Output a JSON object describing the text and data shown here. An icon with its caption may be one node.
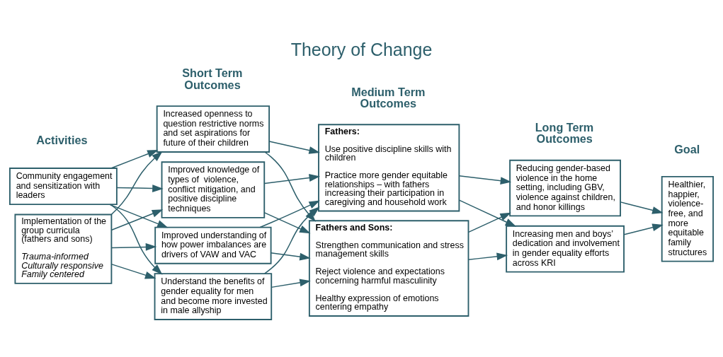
{
  "diagram": {
    "title": "Theory of Change",
    "nodes": [
      {
        "text": [
          "Community engagement and sensitization with leaders"
        ]
      },
      {
        "text": [
          "Implementation of the group curricula (fathers and sons)",
          "Trauma-informed",
          "Culturally responsive",
          "Family centered"
        ]
      },
      {
        "text": [
          "Increased openness to question restrictive norms and set aspirations for future of their children"
        ]
      },
      {
        "text": [
          "Improved knowledge of types of  violence, conflict mitigation, and positive discipline techniques"
        ]
      },
      {
        "text": [
          "Improved understanding of how power imbalances are drivers of VAW and VAC"
        ]
      },
      {
        "text": [
          "Understand the benefits of gender equality for men and become more invested in male allyship"
        ]
      },
      {
        "text": [
          "Fathers:",
          "Use positive discipline skills with children",
          "Practice more gender equitable relationships – with fathers increasing their participation in caregiving and household work"
        ]
      },
      {
        "text": [
          "Fathers and Sons:",
          "Strengthen communication and stress management skills",
          "Reject violence and expectations concerning harmful masculinity",
          "Healthy expression of emotions centering empathy"
        ]
      },
      {
        "text": [
          "Reducing gender-based violence in the home setting, including GBV, violence against children, and honor killings"
        ]
      },
      {
        "text": [
          "Increasing men and boys’ dedication and involvement in gender equality efforts across KRI"
        ]
      },
      {
        "text": [
          "Healthier, happier, violence-free, and more equitable family structures"
        ]
      }
    ],
    "edges": [
      {
        "from": 0,
        "to": 2,
        "arrow": "to"
      },
      {
        "from": 0,
        "to": 3,
        "arrow": "to"
      },
      {
        "from": 0,
        "to": 4,
        "arrow": "to"
      },
      {
        "from": 0,
        "to": 5,
        "arrow": "to"
      },
      {
        "from": 1,
        "to": 2,
        "arrow": "to"
      },
      {
        "from": 1,
        "to": 3,
        "arrow": "to"
      },
      {
        "from": 1,
        "to": 4,
        "arrow": "to"
      },
      {
        "from": 1,
        "to": 5,
        "arrow": "to"
      },
      {
        "from": 2,
        "to": 6,
        "arrow": "to"
      },
      {
        "from": 2,
        "to": 7,
        "arrow": "to"
      },
      {
        "from": 3,
        "to": 6,
        "arrow": "to"
      },
      {
        "from": 3,
        "to": 7,
        "arrow": "to"
      },
      {
        "from": 4,
        "to": 6,
        "arrow": "to"
      },
      {
        "from": 4,
        "to": 7,
        "arrow": "to"
      },
      {
        "from": 5,
        "to": 6,
        "arrow": "to"
      },
      {
        "from": 5,
        "to": 7,
        "arrow": "to"
      },
      {
        "from": 6,
        "to": 8,
        "arrow": "to"
      },
      {
        "from": 6,
        "to": 9,
        "arrow": "to"
      },
      {
        "from": 7,
        "to": 8,
        "arrow": "to"
      },
      {
        "from": 7,
        "to": 9,
        "arrow": "to"
      },
      {
        "from": 8,
        "to": 10,
        "arrow": "to"
      },
      {
        "from": 9,
        "to": 10,
        "arrow": "to"
      }
    ],
    "labels": [
      "Activities",
      "Short Term Outcomes",
      "Medium Term Outcomes",
      "Long Term Outcomes",
      "Goal"
    ]
  }
}
